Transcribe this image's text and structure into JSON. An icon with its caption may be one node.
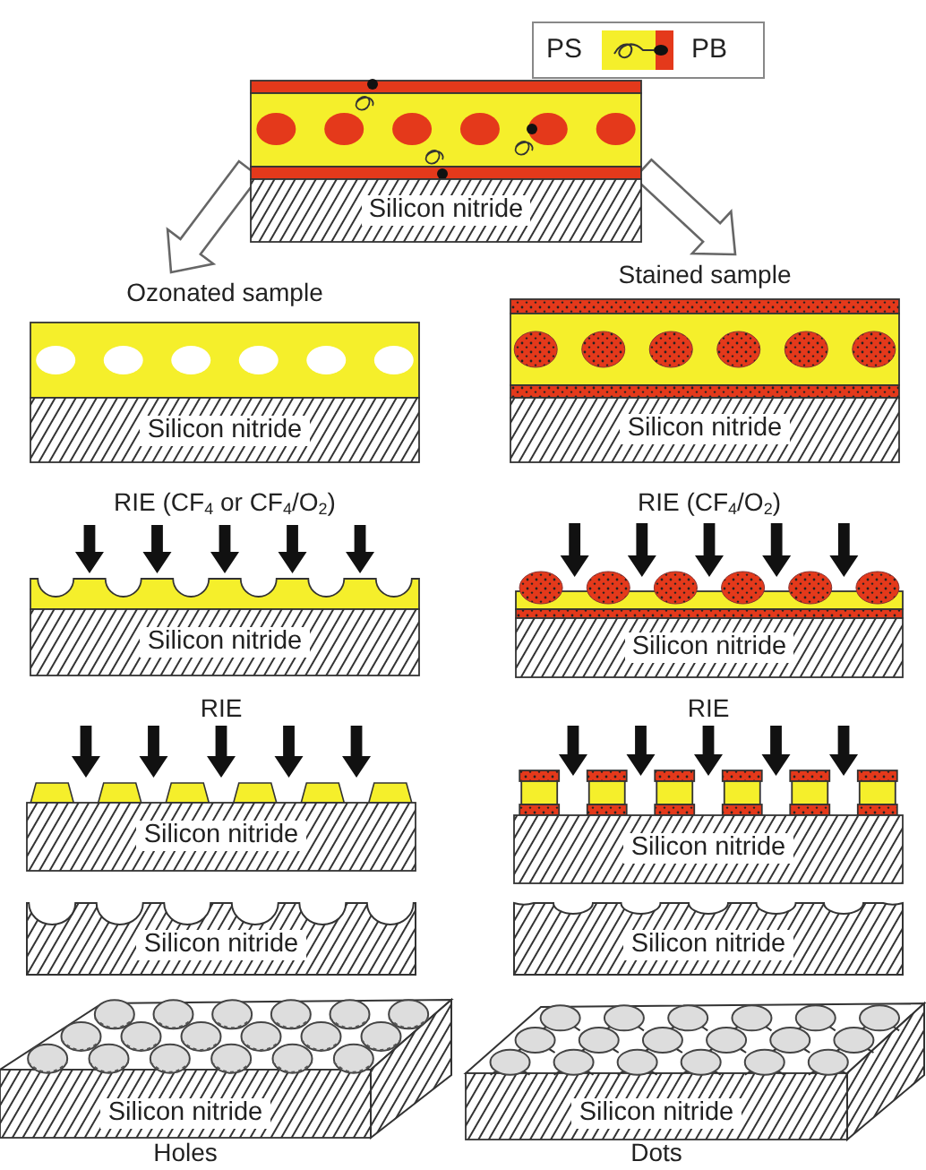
{
  "diagram": {
    "nodes": [
      {
        "text": [
          "Silicon nitride"
        ]
      },
      {
        "text": [
          "Ozonated sample",
          "Silicon nitride"
        ]
      },
      {
        "text": [
          "Stained sample",
          "Silicon nitride"
        ]
      },
      {
        "text": [
          "RIE (CF$_{4}$ or CF$_{4}$/O$_{2}$)",
          "Silicon nitride"
        ]
      },
      {
        "text": [
          "RIE (CF$_{4}$/O$_{2}$)",
          "Silicon nitride"
        ]
      },
      {
        "text": [
          "RIE",
          "Silicon nitride"
        ]
      },
      {
        "text": [
          "RIE",
          "Silicon nitride"
        ]
      },
      {
        "text": [
          "Silicon nitride"
        ]
      },
      {
        "text": [
          "Silicon nitride"
        ]
      },
      {
        "text": [
          "Silicon nitride",
          "Holes"
        ]
      },
      {
        "text": [
          "Silicon nitride",
          "Dots"
        ]
      }
    ],
    "edges": [
      {
        "from": 0,
        "to": 1,
        "arrow": "to"
      },
      {
        "from": 0,
        "to": 2,
        "arrow": "to"
      }
    ],
    "legend": [
      {
        "text": "PS",
        "color": "#f5ef2b"
      },
      {
        "text": "PB",
        "color": "#e4391b"
      }
    ]
  }
}
